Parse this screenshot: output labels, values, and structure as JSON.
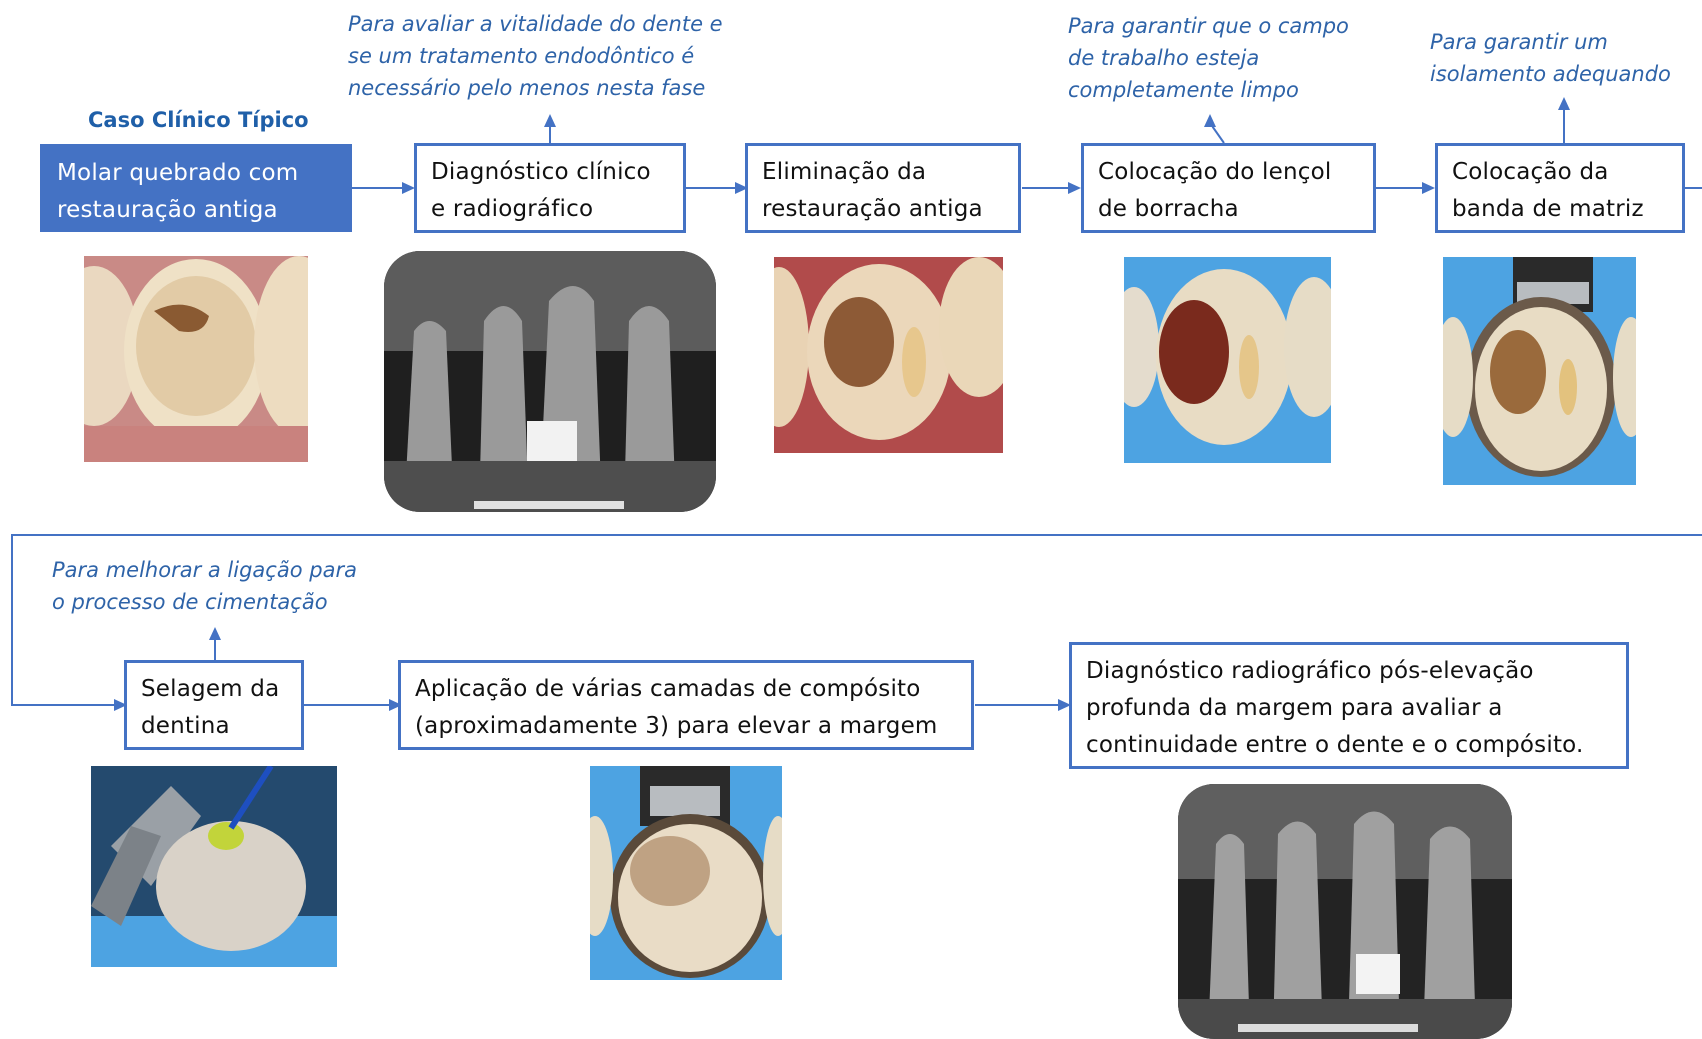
{
  "caption": "Caso Clínico Típico",
  "colors": {
    "accent": "#4472c4",
    "note_text": "#2e63a8",
    "gum": "#c87f7f",
    "rubber_dam": "#4da3e2",
    "enamel": "#e8dcc4"
  },
  "steps": [
    {
      "id": "s1",
      "text": "Molar quebrado com\nrestauração antiga",
      "style": "filled",
      "image": "photo-worn-molar"
    },
    {
      "id": "s2",
      "text": "Diagnóstico clínico\ne radiográfico",
      "note": "Para avaliar a vitalidade do dente e\nse um tratamento endodôntico é\nnecessário pelo menos nesta fase",
      "image": "xray-initial"
    },
    {
      "id": "s3",
      "text": "Eliminação da\nrestauração antiga",
      "image": "photo-restoration-removed"
    },
    {
      "id": "s4",
      "text": "Colocação do lençol\nde borracha",
      "note": "Para garantir que o campo\nde trabalho esteja\ncompletamente limpo",
      "image": "photo-rubber-dam"
    },
    {
      "id": "s5",
      "text": "Colocação da\nbanda de matriz",
      "note": "Para garantir um\nisolamento adequando",
      "image": "photo-matrix-band"
    },
    {
      "id": "s6",
      "text": "Selagem da\ndentina",
      "note": "Para melhorar a ligação para\no processo de cimentação",
      "image": "photo-dentin-sealing"
    },
    {
      "id": "s7",
      "text": "Aplicação de várias camadas de compósito\n(aproximadamente 3) para elevar a margem",
      "image": "photo-composite-layers"
    },
    {
      "id": "s8",
      "text": "Diagnóstico radiográfico pós-elevação\nprofunda da margem para avaliar a\ncontinuidade entre o dente e o compósito.",
      "image": "xray-post-elevation"
    }
  ]
}
